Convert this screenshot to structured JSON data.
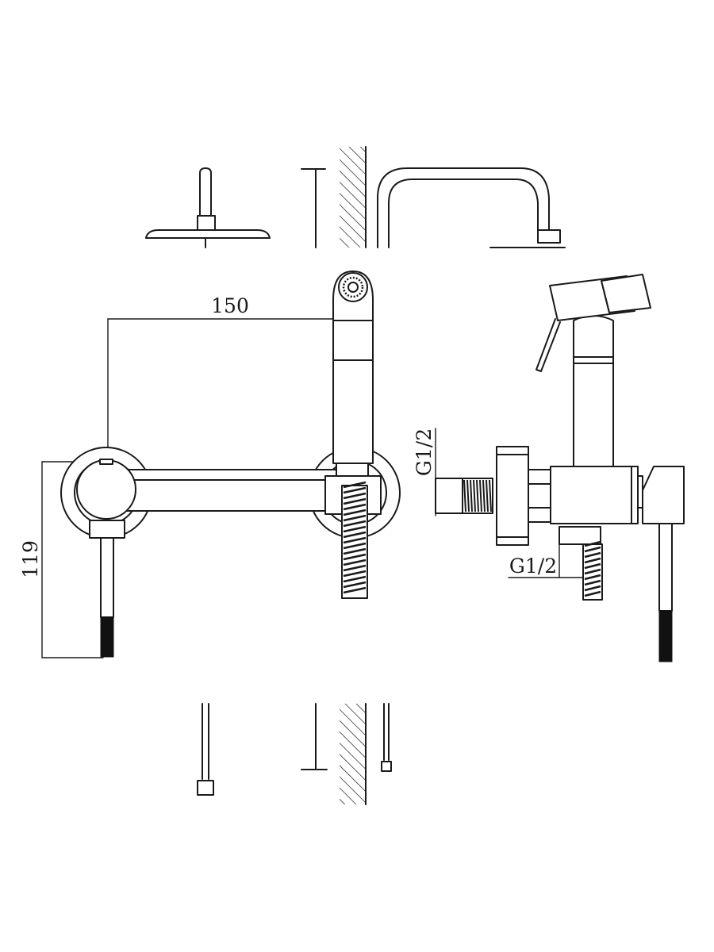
{
  "dimensions": {
    "width_label": "150",
    "height_label": "119",
    "inlet_thread_label": "G1/2",
    "hose_thread_label": "G1/2"
  },
  "colors": {
    "line": "#1a1a1a",
    "background": "#ffffff"
  }
}
